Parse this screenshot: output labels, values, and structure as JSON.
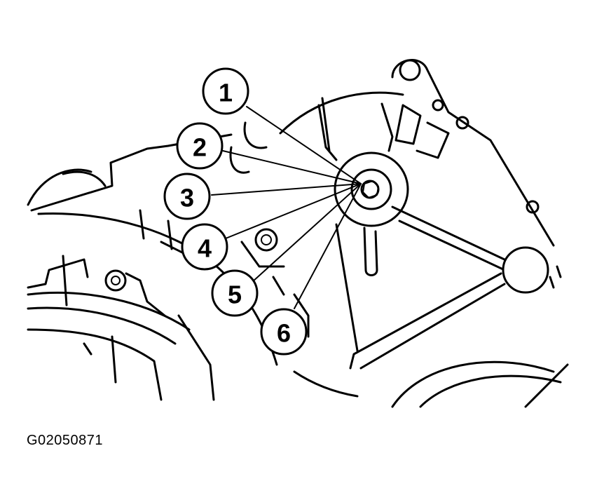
{
  "figure_id": "G02050871",
  "callouts": [
    {
      "label": "1"
    },
    {
      "label": "2"
    },
    {
      "label": "3"
    },
    {
      "label": "4"
    },
    {
      "label": "5"
    },
    {
      "label": "6"
    }
  ]
}
